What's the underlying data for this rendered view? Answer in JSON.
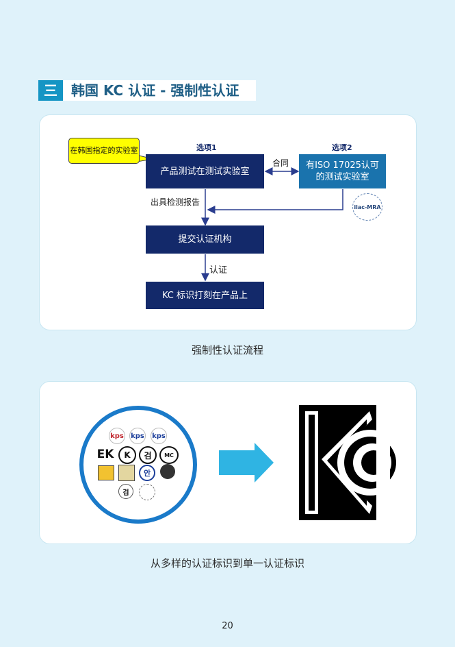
{
  "section": {
    "number": "三",
    "title": "韩国 KC 认证 - 强制性认证"
  },
  "flow": {
    "callout": "在韩国指定的实验室",
    "option1": "选项1",
    "option2": "选项2",
    "box_test": "产品测试在测试实验室",
    "box_iso": "有ISO 17025认可的测试实验室",
    "contract": "合同",
    "report": "出具检测报告",
    "box_submit": "提交认证机构",
    "certify": "认证",
    "box_mark": "KC 标识打刻在产品上",
    "ilac": "ilac-MRA"
  },
  "caption1": "强制性认证流程",
  "marks": {
    "kps": [
      "kps",
      "kps",
      "kps"
    ],
    "letters": [
      "EK",
      "K",
      "검",
      "MC"
    ],
    "round": [
      "안",
      "검"
    ]
  },
  "caption2": "从多样的认证标识到单一认证标识",
  "page_number": "20",
  "colors": {
    "background": "#dff2fa",
    "accent": "#1595c4",
    "navy": "#13296a",
    "blue": "#1a73ad",
    "callout": "#ffff00"
  }
}
